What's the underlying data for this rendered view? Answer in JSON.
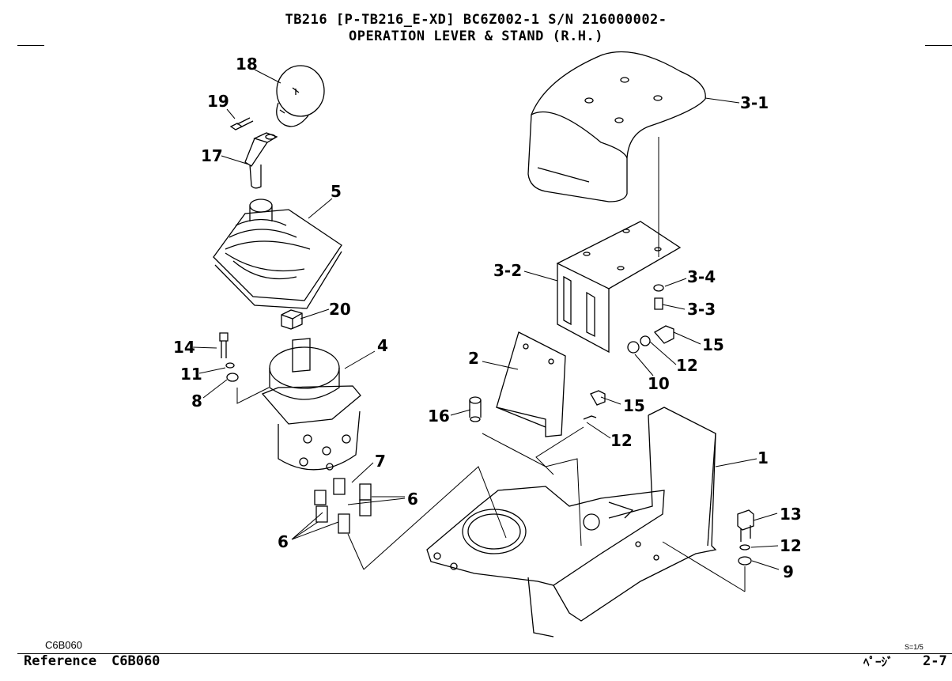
{
  "header": {
    "line1": "TB216  [P-TB216_E-XD]   BC6Z002-1  S/N 216000002-",
    "line2": "OPERATION LEVER & STAND (R.H.)"
  },
  "callouts": {
    "c1": "1",
    "c2": "2",
    "c3_1": "3-1",
    "c3_2": "3-2",
    "c3_3": "3-3",
    "c3_4": "3-4",
    "c4": "4",
    "c5": "5",
    "c6a": "6",
    "c6b": "6",
    "c7": "7",
    "c8": "8",
    "c9": "9",
    "c10": "10",
    "c11": "11",
    "c12a": "12",
    "c12b": "12",
    "c12c": "12",
    "c13": "13",
    "c14": "14",
    "c15a": "15",
    "c15b": "15",
    "c16": "16",
    "c17": "17",
    "c18": "18",
    "c19": "19",
    "c20": "20"
  },
  "footer": {
    "code_small": "C6B060",
    "reference_label": "Reference",
    "reference_code": "C6B060",
    "scale": "S=1/5",
    "page_label": "ﾍﾟｰｼﾞ",
    "page_number": "2-7"
  }
}
